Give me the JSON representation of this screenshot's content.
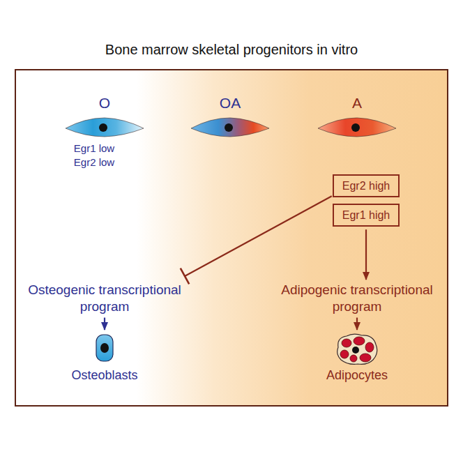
{
  "diagram": {
    "title": "Bone marrow skeletal progenitors in vitro",
    "nodes": [
      {
        "text": [
          "O"
        ]
      },
      {
        "text": [
          "OA"
        ]
      },
      {
        "text": [
          "A"
        ]
      },
      {
        "text": [
          "Egr2 high"
        ]
      },
      {
        "text": [
          "Egr1 high"
        ]
      },
      {
        "text": [
          "Osteogenic transcriptional program"
        ]
      },
      {
        "text": [
          "Adipogenic transcriptional program"
        ]
      },
      {
        "text": [
          "Osteoblasts"
        ]
      },
      {
        "text": [
          "Adipocytes"
        ]
      }
    ],
    "edges": [
      {
        "from": 3,
        "to": 5,
        "arrow": "to"
      },
      {
        "from": 4,
        "to": 6,
        "arrow": "to"
      },
      {
        "from": 5,
        "to": 7,
        "arrow": "to"
      },
      {
        "from": 6,
        "to": 8,
        "arrow": "to"
      }
    ],
    "labels": [
      "Egr1 low",
      "Egr2 low"
    ]
  }
}
